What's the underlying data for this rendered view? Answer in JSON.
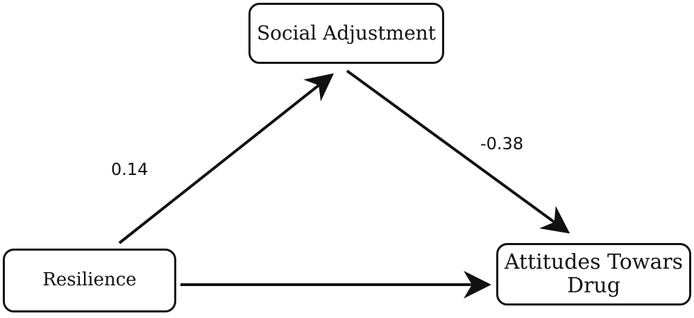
{
  "nodes": {
    "social_adjustment": "Social Adjustment",
    "resilience": "Resilience",
    "attitudes_towards_drug": "Attitudes Towars Drug"
  },
  "edges": {
    "resilience_to_social_adjustment": "0.14",
    "social_adjustment_to_attitudes": "-0.38"
  }
}
